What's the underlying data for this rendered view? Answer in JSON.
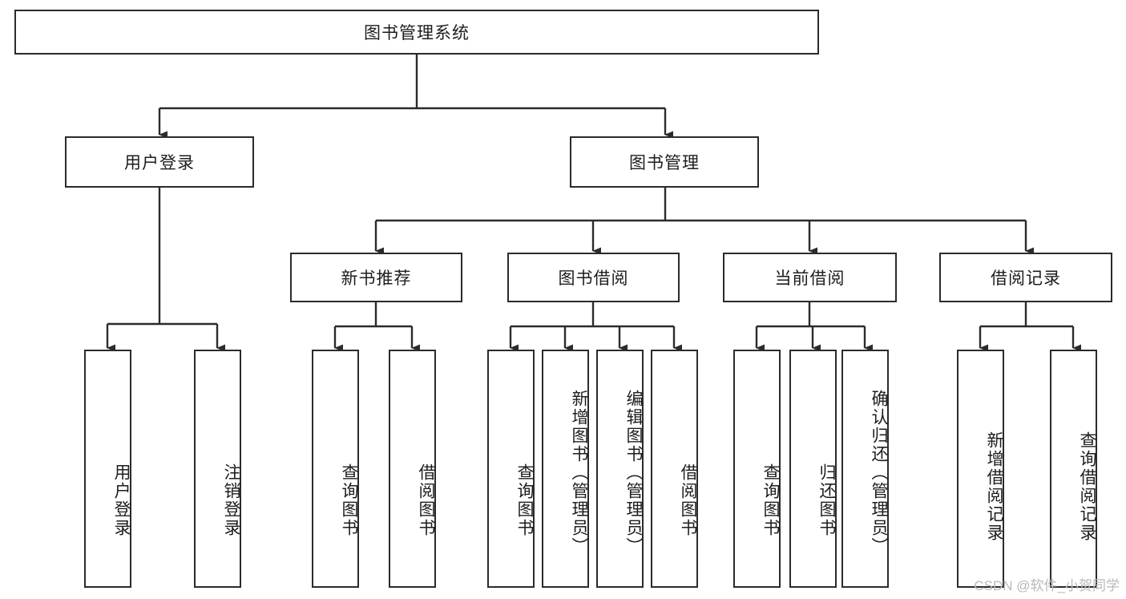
{
  "diagram": {
    "title": "图书管理系统",
    "type": "hierarchy-tree",
    "root": {
      "label": "图书管理系统"
    },
    "level2": [
      {
        "label": "用户登录"
      },
      {
        "label": "图书管理"
      }
    ],
    "level3": [
      {
        "label": "新书推荐"
      },
      {
        "label": "图书借阅"
      },
      {
        "label": "当前借阅"
      },
      {
        "label": "借阅记录"
      }
    ],
    "leaves": [
      {
        "label": "用户登录",
        "parent": "用户登录"
      },
      {
        "label": "注销登录",
        "parent": "用户登录"
      },
      {
        "label": "查询图书",
        "parent": "新书推荐"
      },
      {
        "label": "借阅图书",
        "parent": "新书推荐"
      },
      {
        "label": "查询图书",
        "parent": "图书借阅"
      },
      {
        "label": "新增图书（管理员）",
        "parent": "图书借阅"
      },
      {
        "label": "编辑图书（管理员）",
        "parent": "图书借阅"
      },
      {
        "label": "借阅图书",
        "parent": "图书借阅"
      },
      {
        "label": "查询图书",
        "parent": "当前借阅"
      },
      {
        "label": "归还图书",
        "parent": "当前借阅"
      },
      {
        "label": "确认归还（管理员）",
        "parent": "当前借阅"
      },
      {
        "label": "新增借阅记录",
        "parent": "借阅记录"
      },
      {
        "label": "查询借阅记录",
        "parent": "借阅记录"
      }
    ]
  },
  "watermark": {
    "text": "CSDN @软件_小贺同学"
  },
  "colors": {
    "stroke": "#2b2b2b",
    "background": "#ffffff",
    "text": "#1d1d1d",
    "watermark": "#b9b9b9"
  }
}
